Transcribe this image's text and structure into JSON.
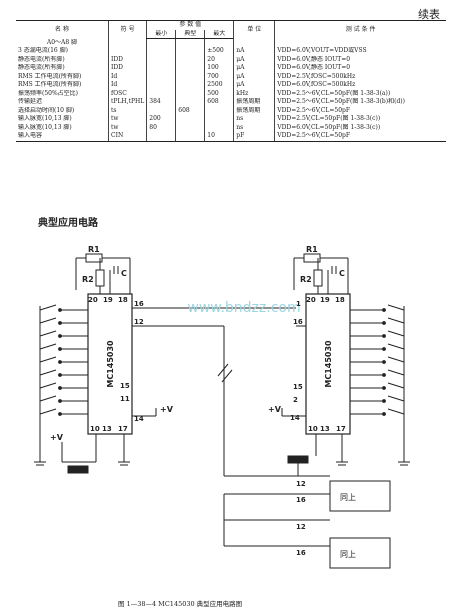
{
  "header": {
    "continued": "续表"
  },
  "table": {
    "columns": {
      "name": "名 称",
      "symbol": "符 号",
      "params": "参 数 值",
      "min": "最小",
      "typ": "典型",
      "max": "最大",
      "unit": "单 位",
      "conditions": "测 试 条 件"
    },
    "group_label": "A0～A8 脚",
    "rows": [
      {
        "name": "3 态漏电流(16 脚)",
        "symbol": "",
        "min": "",
        "typ": "",
        "max": "±500",
        "unit": "nA",
        "cond": "VDD=6.0V,VOUT=VDD或VSS"
      },
      {
        "name": "静态电流(所有脚)",
        "symbol": "IDD",
        "min": "",
        "typ": "",
        "max": "20",
        "unit": "μA",
        "cond": "VDD=6.0V,静态 IOUT=0"
      },
      {
        "name": "静态电流(所有脚)",
        "symbol": "IDD",
        "min": "",
        "typ": "",
        "max": "100",
        "unit": "μA",
        "cond": "VDD=6.0V,静态 IOUT=0"
      },
      {
        "name": "RMS 工作电流(所有脚)",
        "symbol": "Id",
        "min": "",
        "typ": "",
        "max": "700",
        "unit": "μA",
        "cond": "VDD=2.5V,fOSC=500kHz"
      },
      {
        "name": "RMS 工作电流(所有脚)",
        "symbol": "Id",
        "min": "",
        "typ": "",
        "max": "2500",
        "unit": "μA",
        "cond": "VDD=6.0V,fOSC=500kHz"
      },
      {
        "name": "振荡频率(50%占空比)",
        "symbol": "fOSC",
        "min": "",
        "typ": "",
        "max": "500",
        "unit": "kHz",
        "cond": "VDD=2.5～6V,CL=50pF(图 1-38-3(a))"
      },
      {
        "name": "传输延迟",
        "symbol": "tPLH,tPHL",
        "min": "384",
        "typ": "",
        "max": "608",
        "unit": "振荡周期",
        "cond": "VDD=2.5～6V,CL=50pF(图 1-38-3(b)和(d))"
      },
      {
        "name": "选择启动时间(10 脚)",
        "symbol": "ts",
        "min": "",
        "typ": "608",
        "max": "",
        "unit": "振荡周期",
        "cond": "VDD=2.5～6V,CL=50pF"
      },
      {
        "name": "输入脉宽(10,13 脚)",
        "symbol": "tw",
        "min": "200",
        "typ": "",
        "max": "",
        "unit": "ns",
        "cond": "VDD=2.5V,CL=50pF(图 1-38-3(c))"
      },
      {
        "name": "输入脉宽(10,13 脚)",
        "symbol": "tw",
        "min": "80",
        "typ": "",
        "max": "",
        "unit": "ns",
        "cond": "VDD=6.0V,CL=50pF(图 1-38-3(c))"
      },
      {
        "name": "输入电容",
        "symbol": "CIN",
        "min": "",
        "typ": "",
        "max": "10",
        "unit": "pF",
        "cond": "VDD=2.5～6V,CL=50pF"
      }
    ]
  },
  "section_title": "典型应用电路",
  "circuit": {
    "watermark": "www.bndzz.com",
    "chip_label": "MC145030",
    "r1": "R1",
    "r2": "R2",
    "c": "C",
    "pins": {
      "p20": "20",
      "p19": "19",
      "p18": "18",
      "p16": "16",
      "p12": "12",
      "p15": "15",
      "p11": "11",
      "p14": "14",
      "p10": "10",
      "p13": "13",
      "p17": "17",
      "p1": "1",
      "p2": "2"
    },
    "plus_v": "+V",
    "same_as_above": "同上"
  },
  "caption": "图 1—38—4 MC145030 典型应用电路图"
}
